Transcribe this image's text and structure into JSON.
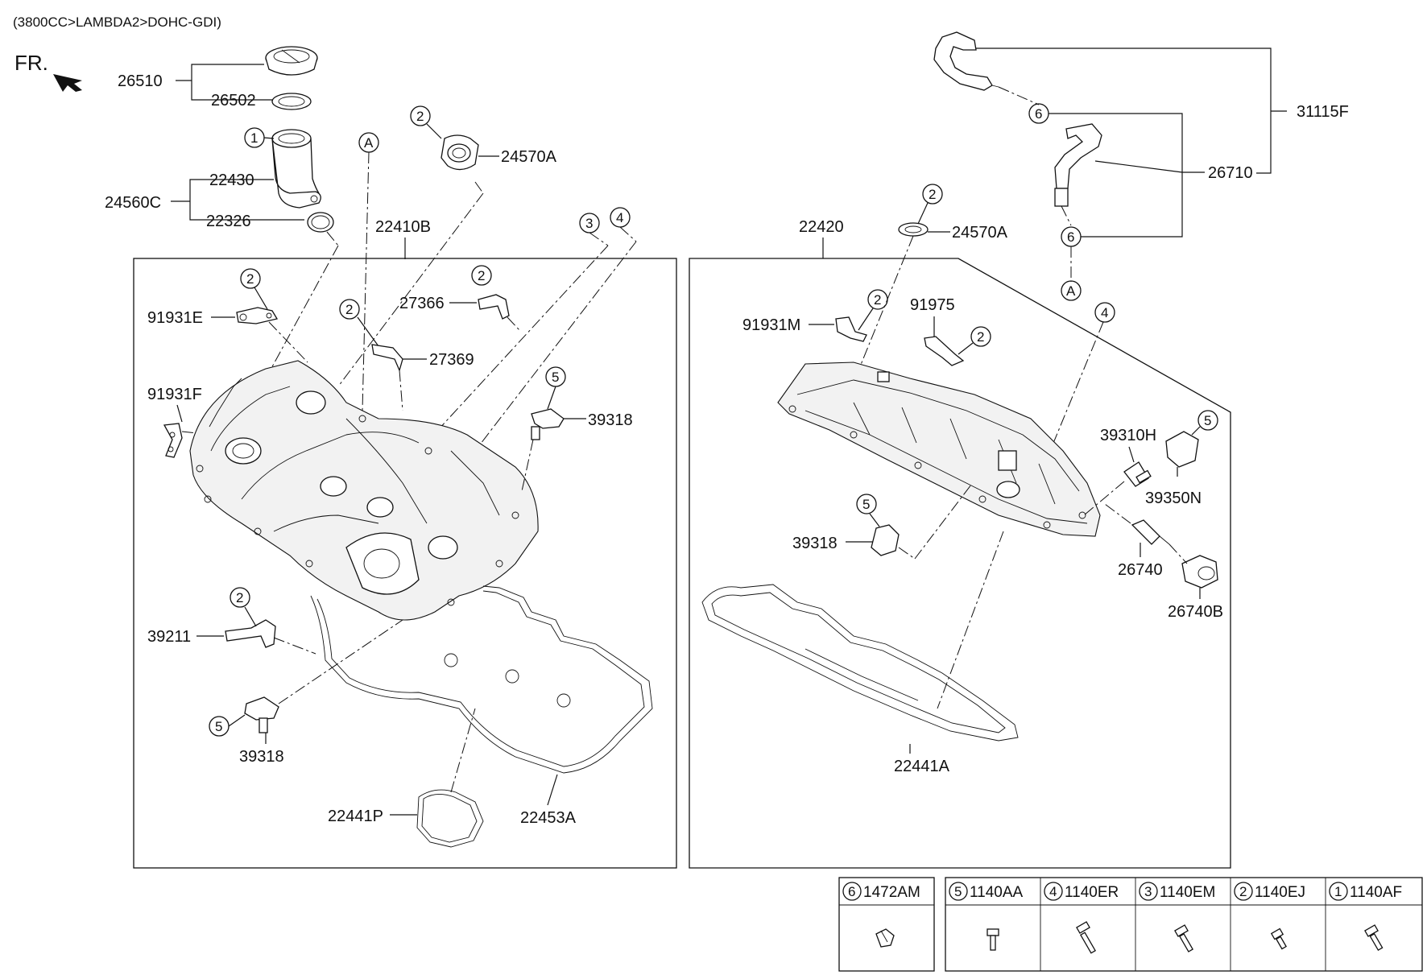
{
  "header": {
    "engine_code": "(3800CC>LAMBDA2>DOHC-GDI)",
    "front_marker": "FR."
  },
  "callout_ref": "A",
  "part_labels": {
    "p26510": "26510",
    "p26502": "26502",
    "p24560C": "24560C",
    "p22430": "22430",
    "p22326": "22326",
    "p22410B": "22410B",
    "p24570A_l": "24570A",
    "p91931E": "91931E",
    "p27366": "27366",
    "p27369": "27369",
    "p91931F": "91931F",
    "p39318_a": "39318",
    "p39211": "39211",
    "p39318_b": "39318",
    "p22441P": "22441P",
    "p22453A": "22453A",
    "p22420": "22420",
    "p24570A_r": "24570A",
    "p91931M": "91931M",
    "p91975": "91975",
    "p39310H": "39310H",
    "p39350N": "39350N",
    "p39318_c": "39318",
    "p26740": "26740",
    "p26740B": "26740B",
    "p22441A": "22441A",
    "p31115F": "31115F",
    "p26710": "26710"
  },
  "legend": [
    {
      "num": "6",
      "code": "1472AM"
    },
    {
      "num": "5",
      "code": "1140AA"
    },
    {
      "num": "4",
      "code": "1140ER"
    },
    {
      "num": "3",
      "code": "1140EM"
    },
    {
      "num": "2",
      "code": "1140EJ"
    },
    {
      "num": "1",
      "code": "1140AF"
    }
  ]
}
